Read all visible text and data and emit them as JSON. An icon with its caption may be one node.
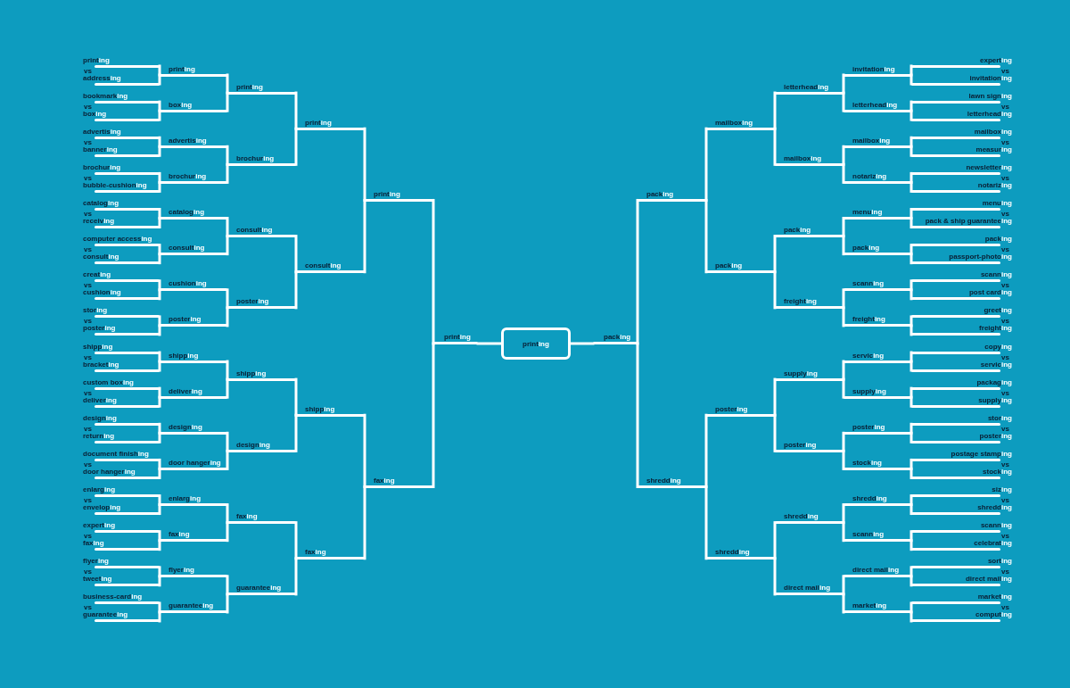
{
  "diagram": {
    "nodes": [
      {
        "text": [
          "print**ing**"
        ]
      },
      {
        "text": [
          "address**ing**"
        ]
      },
      {
        "text": [
          "bookmark**ing**"
        ]
      },
      {
        "text": [
          "box**ing**"
        ]
      },
      {
        "text": [
          "advertis**ing**"
        ]
      },
      {
        "text": [
          "banner**ing**"
        ]
      },
      {
        "text": [
          "brochur**ing**"
        ]
      },
      {
        "text": [
          "bubble-cushion**ing**"
        ]
      },
      {
        "text": [
          "catalog**ing**"
        ]
      },
      {
        "text": [
          "receiv**ing**"
        ]
      },
      {
        "text": [
          "computer access**ing**"
        ]
      },
      {
        "text": [
          "consult**ing**"
        ]
      },
      {
        "text": [
          "creat**ing**"
        ]
      },
      {
        "text": [
          "cushion**ing**"
        ]
      },
      {
        "text": [
          "stor**ing**"
        ]
      },
      {
        "text": [
          "poster**ing**"
        ]
      },
      {
        "text": [
          "shipp**ing**"
        ]
      },
      {
        "text": [
          "bracket**ing**"
        ]
      },
      {
        "text": [
          "custom box**ing**"
        ]
      },
      {
        "text": [
          "deliver**ing**"
        ]
      },
      {
        "text": [
          "design**ing**"
        ]
      },
      {
        "text": [
          "return**ing**"
        ]
      },
      {
        "text": [
          "document finish**ing**"
        ]
      },
      {
        "text": [
          "door hanger**ing**"
        ]
      },
      {
        "text": [
          "enlarg**ing**"
        ]
      },
      {
        "text": [
          "envelop**ing**"
        ]
      },
      {
        "text": [
          "expert**ing**"
        ]
      },
      {
        "text": [
          "fax**ing**"
        ]
      },
      {
        "text": [
          "flyer**ing**"
        ]
      },
      {
        "text": [
          "tweet**ing**"
        ]
      },
      {
        "text": [
          "business-card**ing**"
        ]
      },
      {
        "text": [
          "guarantee**ing**"
        ]
      },
      {
        "text": [
          "print**ing**"
        ]
      },
      {
        "text": [
          "box**ing**"
        ]
      },
      {
        "text": [
          "advertis**ing**"
        ]
      },
      {
        "text": [
          "brochur**ing**"
        ]
      },
      {
        "text": [
          "catalog**ing**"
        ]
      },
      {
        "text": [
          "consult**ing**"
        ]
      },
      {
        "text": [
          "cushion**ing**"
        ]
      },
      {
        "text": [
          "poster**ing**"
        ]
      },
      {
        "text": [
          "shipp**ing**"
        ]
      },
      {
        "text": [
          "deliver**ing**"
        ]
      },
      {
        "text": [
          "design**ing**"
        ]
      },
      {
        "text": [
          "door hanger**ing**"
        ]
      },
      {
        "text": [
          "enlarg**ing**"
        ]
      },
      {
        "text": [
          "fax**ing**"
        ]
      },
      {
        "text": [
          "flyer**ing**"
        ]
      },
      {
        "text": [
          "guarantee**ing**"
        ]
      },
      {
        "text": [
          "print**ing**"
        ]
      },
      {
        "text": [
          "brochur**ing**"
        ]
      },
      {
        "text": [
          "consult**ing**"
        ]
      },
      {
        "text": [
          "poster**ing**"
        ]
      },
      {
        "text": [
          "shipp**ing**"
        ]
      },
      {
        "text": [
          "design**ing**"
        ]
      },
      {
        "text": [
          "fax**ing**"
        ]
      },
      {
        "text": [
          "guarantee**ing**"
        ]
      },
      {
        "text": [
          "print**ing**"
        ]
      },
      {
        "text": [
          "consult**ing**"
        ]
      },
      {
        "text": [
          "shipp**ing**"
        ]
      },
      {
        "text": [
          "fax**ing**"
        ]
      },
      {
        "text": [
          "print**ing**"
        ]
      },
      {
        "text": [
          "fax**ing**"
        ]
      },
      {
        "text": [
          "print**ing**"
        ]
      },
      {
        "text": [
          "print**ing**"
        ]
      },
      {
        "text": [
          "pack**ing**"
        ]
      },
      {
        "text": [
          "pack**ing**"
        ]
      },
      {
        "text": [
          "shredd**ing**"
        ]
      },
      {
        "text": [
          "mailbox**ing**"
        ]
      },
      {
        "text": [
          "pack**ing**"
        ]
      },
      {
        "text": [
          "poster**ing**"
        ]
      },
      {
        "text": [
          "shredd**ing**"
        ]
      },
      {
        "text": [
          "letterhead**ing**"
        ]
      },
      {
        "text": [
          "mailbox**ing**"
        ]
      },
      {
        "text": [
          "pack**ing**"
        ]
      },
      {
        "text": [
          "freight**ing**"
        ]
      },
      {
        "text": [
          "supply**ing**"
        ]
      },
      {
        "text": [
          "poster**ing**"
        ]
      },
      {
        "text": [
          "shredd**ing**"
        ]
      },
      {
        "text": [
          "direct mail**ing**"
        ]
      },
      {
        "text": [
          "invitation**ing**"
        ]
      },
      {
        "text": [
          "letterhead**ing**"
        ]
      },
      {
        "text": [
          "mailbox**ing**"
        ]
      },
      {
        "text": [
          "notariz**ing**"
        ]
      },
      {
        "text": [
          "menu**ing**"
        ]
      },
      {
        "text": [
          "pack**ing**"
        ]
      },
      {
        "text": [
          "scann**ing**"
        ]
      },
      {
        "text": [
          "freight**ing**"
        ]
      },
      {
        "text": [
          "servic**ing**"
        ]
      },
      {
        "text": [
          "supply**ing**"
        ]
      },
      {
        "text": [
          "poster**ing**"
        ]
      },
      {
        "text": [
          "stock**ing**"
        ]
      },
      {
        "text": [
          "shredd**ing**"
        ]
      },
      {
        "text": [
          "scann**ing**"
        ]
      },
      {
        "text": [
          "direct mail**ing**"
        ]
      },
      {
        "text": [
          "market**ing**"
        ]
      },
      {
        "text": [
          "expert**ing**"
        ]
      },
      {
        "text": [
          "invitation**ing**"
        ]
      },
      {
        "text": [
          "lawn sign**ing**"
        ]
      },
      {
        "text": [
          "letterhead**ing**"
        ]
      },
      {
        "text": [
          "mailbox**ing**"
        ]
      },
      {
        "text": [
          "measur**ing**"
        ]
      },
      {
        "text": [
          "newsletter**ing**"
        ]
      },
      {
        "text": [
          "notariz**ing**"
        ]
      },
      {
        "text": [
          "menu**ing**"
        ]
      },
      {
        "text": [
          "pack & ship guarantee**ing**"
        ]
      },
      {
        "text": [
          "pack**ing**"
        ]
      },
      {
        "text": [
          "passport-photo**ing**"
        ]
      },
      {
        "text": [
          "scann**ing**"
        ]
      },
      {
        "text": [
          "post card**ing**"
        ]
      },
      {
        "text": [
          "greet**ing**"
        ]
      },
      {
        "text": [
          "freight**ing**"
        ]
      },
      {
        "text": [
          "copy**ing**"
        ]
      },
      {
        "text": [
          "servic**ing**"
        ]
      },
      {
        "text": [
          "packag**ing**"
        ]
      },
      {
        "text": [
          "supply**ing**"
        ]
      },
      {
        "text": [
          "stor**ing**"
        ]
      },
      {
        "text": [
          "poster**ing**"
        ]
      },
      {
        "text": [
          "postage stamp**ing**"
        ]
      },
      {
        "text": [
          "stock**ing**"
        ]
      },
      {
        "text": [
          "siz**ing**"
        ]
      },
      {
        "text": [
          "shredd**ing**"
        ]
      },
      {
        "text": [
          "scann**ing**"
        ]
      },
      {
        "text": [
          "celebrat**ing**"
        ]
      },
      {
        "text": [
          "sort**ing**"
        ]
      },
      {
        "text": [
          "direct mail**ing**"
        ]
      },
      {
        "text": [
          "market**ing**"
        ]
      },
      {
        "text": [
          "comput**ing**"
        ]
      }
    ],
    "edges": [
      {
        "from": 0,
        "to": 32,
        "arrow": "none"
      },
      {
        "from": 1,
        "to": 32,
        "arrow": "none"
      },
      {
        "from": 2,
        "to": 33,
        "arrow": "none"
      },
      {
        "from": 3,
        "to": 33,
        "arrow": "none"
      },
      {
        "from": 4,
        "to": 34,
        "arrow": "none"
      },
      {
        "from": 5,
        "to": 34,
        "arrow": "none"
      },
      {
        "from": 6,
        "to": 35,
        "arrow": "none"
      },
      {
        "from": 7,
        "to": 35,
        "arrow": "none"
      },
      {
        "from": 8,
        "to": 36,
        "arrow": "none"
      },
      {
        "from": 9,
        "to": 36,
        "arrow": "none"
      },
      {
        "from": 10,
        "to": 37,
        "arrow": "none"
      },
      {
        "from": 11,
        "to": 37,
        "arrow": "none"
      },
      {
        "from": 12,
        "to": 38,
        "arrow": "none"
      },
      {
        "from": 13,
        "to": 38,
        "arrow": "none"
      },
      {
        "from": 14,
        "to": 39,
        "arrow": "none"
      },
      {
        "from": 15,
        "to": 39,
        "arrow": "none"
      },
      {
        "from": 16,
        "to": 40,
        "arrow": "none"
      },
      {
        "from": 17,
        "to": 40,
        "arrow": "none"
      },
      {
        "from": 18,
        "to": 41,
        "arrow": "none"
      },
      {
        "from": 19,
        "to": 41,
        "arrow": "none"
      },
      {
        "from": 20,
        "to": 42,
        "arrow": "none"
      },
      {
        "from": 21,
        "to": 42,
        "arrow": "none"
      },
      {
        "from": 22,
        "to": 43,
        "arrow": "none"
      },
      {
        "from": 23,
        "to": 43,
        "arrow": "none"
      },
      {
        "from": 24,
        "to": 44,
        "arrow": "none"
      },
      {
        "from": 25,
        "to": 44,
        "arrow": "none"
      },
      {
        "from": 26,
        "to": 45,
        "arrow": "none"
      },
      {
        "from": 27,
        "to": 45,
        "arrow": "none"
      },
      {
        "from": 28,
        "to": 46,
        "arrow": "none"
      },
      {
        "from": 29,
        "to": 46,
        "arrow": "none"
      },
      {
        "from": 30,
        "to": 47,
        "arrow": "none"
      },
      {
        "from": 31,
        "to": 47,
        "arrow": "none"
      },
      {
        "from": 32,
        "to": 48,
        "arrow": "none"
      },
      {
        "from": 33,
        "to": 48,
        "arrow": "none"
      },
      {
        "from": 34,
        "to": 49,
        "arrow": "none"
      },
      {
        "from": 35,
        "to": 49,
        "arrow": "none"
      },
      {
        "from": 36,
        "to": 50,
        "arrow": "none"
      },
      {
        "from": 37,
        "to": 50,
        "arrow": "none"
      },
      {
        "from": 38,
        "to": 51,
        "arrow": "none"
      },
      {
        "from": 39,
        "to": 51,
        "arrow": "none"
      },
      {
        "from": 40,
        "to": 52,
        "arrow": "none"
      },
      {
        "from": 41,
        "to": 52,
        "arrow": "none"
      },
      {
        "from": 42,
        "to": 53,
        "arrow": "none"
      },
      {
        "from": 43,
        "to": 53,
        "arrow": "none"
      },
      {
        "from": 44,
        "to": 54,
        "arrow": "none"
      },
      {
        "from": 45,
        "to": 54,
        "arrow": "none"
      },
      {
        "from": 46,
        "to": 55,
        "arrow": "none"
      },
      {
        "from": 47,
        "to": 55,
        "arrow": "none"
      },
      {
        "from": 48,
        "to": 56,
        "arrow": "none"
      },
      {
        "from": 49,
        "to": 56,
        "arrow": "none"
      },
      {
        "from": 50,
        "to": 57,
        "arrow": "none"
      },
      {
        "from": 51,
        "to": 57,
        "arrow": "none"
      },
      {
        "from": 52,
        "to": 58,
        "arrow": "none"
      },
      {
        "from": 53,
        "to": 58,
        "arrow": "none"
      },
      {
        "from": 54,
        "to": 59,
        "arrow": "none"
      },
      {
        "from": 55,
        "to": 59,
        "arrow": "none"
      },
      {
        "from": 56,
        "to": 60,
        "arrow": "none"
      },
      {
        "from": 57,
        "to": 60,
        "arrow": "none"
      },
      {
        "from": 58,
        "to": 61,
        "arrow": "none"
      },
      {
        "from": 59,
        "to": 61,
        "arrow": "none"
      },
      {
        "from": 60,
        "to": 62,
        "arrow": "none"
      },
      {
        "from": 61,
        "to": 62,
        "arrow": "none"
      },
      {
        "from": 62,
        "to": 63,
        "arrow": "none"
      },
      {
        "from": 64,
        "to": 63,
        "arrow": "none"
      },
      {
        "from": 65,
        "to": 64,
        "arrow": "none"
      },
      {
        "from": 66,
        "to": 64,
        "arrow": "none"
      },
      {
        "from": 67,
        "to": 65,
        "arrow": "none"
      },
      {
        "from": 68,
        "to": 65,
        "arrow": "none"
      },
      {
        "from": 69,
        "to": 66,
        "arrow": "none"
      },
      {
        "from": 70,
        "to": 66,
        "arrow": "none"
      },
      {
        "from": 71,
        "to": 67,
        "arrow": "none"
      },
      {
        "from": 72,
        "to": 67,
        "arrow": "none"
      },
      {
        "from": 73,
        "to": 68,
        "arrow": "none"
      },
      {
        "from": 74,
        "to": 68,
        "arrow": "none"
      },
      {
        "from": 75,
        "to": 69,
        "arrow": "none"
      },
      {
        "from": 76,
        "to": 69,
        "arrow": "none"
      },
      {
        "from": 77,
        "to": 70,
        "arrow": "none"
      },
      {
        "from": 78,
        "to": 70,
        "arrow": "none"
      },
      {
        "from": 79,
        "to": 71,
        "arrow": "none"
      },
      {
        "from": 80,
        "to": 71,
        "arrow": "none"
      },
      {
        "from": 81,
        "to": 72,
        "arrow": "none"
      },
      {
        "from": 82,
        "to": 72,
        "arrow": "none"
      },
      {
        "from": 83,
        "to": 73,
        "arrow": "none"
      },
      {
        "from": 84,
        "to": 73,
        "arrow": "none"
      },
      {
        "from": 85,
        "to": 74,
        "arrow": "none"
      },
      {
        "from": 86,
        "to": 74,
        "arrow": "none"
      },
      {
        "from": 87,
        "to": 75,
        "arrow": "none"
      },
      {
        "from": 88,
        "to": 75,
        "arrow": "none"
      },
      {
        "from": 89,
        "to": 76,
        "arrow": "none"
      },
      {
        "from": 90,
        "to": 76,
        "arrow": "none"
      },
      {
        "from": 91,
        "to": 77,
        "arrow": "none"
      },
      {
        "from": 92,
        "to": 77,
        "arrow": "none"
      },
      {
        "from": 93,
        "to": 78,
        "arrow": "none"
      },
      {
        "from": 94,
        "to": 78,
        "arrow": "none"
      },
      {
        "from": 95,
        "to": 79,
        "arrow": "none"
      },
      {
        "from": 96,
        "to": 79,
        "arrow": "none"
      },
      {
        "from": 97,
        "to": 80,
        "arrow": "none"
      },
      {
        "from": 98,
        "to": 80,
        "arrow": "none"
      },
      {
        "from": 99,
        "to": 81,
        "arrow": "none"
      },
      {
        "from": 100,
        "to": 81,
        "arrow": "none"
      },
      {
        "from": 101,
        "to": 82,
        "arrow": "none"
      },
      {
        "from": 102,
        "to": 82,
        "arrow": "none"
      },
      {
        "from": 103,
        "to": 83,
        "arrow": "none"
      },
      {
        "from": 104,
        "to": 83,
        "arrow": "none"
      },
      {
        "from": 105,
        "to": 84,
        "arrow": "none"
      },
      {
        "from": 106,
        "to": 84,
        "arrow": "none"
      },
      {
        "from": 107,
        "to": 85,
        "arrow": "none"
      },
      {
        "from": 108,
        "to": 85,
        "arrow": "none"
      },
      {
        "from": 109,
        "to": 86,
        "arrow": "none"
      },
      {
        "from": 110,
        "to": 86,
        "arrow": "none"
      },
      {
        "from": 111,
        "to": 87,
        "arrow": "none"
      },
      {
        "from": 112,
        "to": 87,
        "arrow": "none"
      },
      {
        "from": 113,
        "to": 88,
        "arrow": "none"
      },
      {
        "from": 114,
        "to": 88,
        "arrow": "none"
      },
      {
        "from": 115,
        "to": 89,
        "arrow": "none"
      },
      {
        "from": 116,
        "to": 89,
        "arrow": "none"
      },
      {
        "from": 117,
        "to": 90,
        "arrow": "none"
      },
      {
        "from": 118,
        "to": 90,
        "arrow": "none"
      },
      {
        "from": 119,
        "to": 91,
        "arrow": "none"
      },
      {
        "from": 120,
        "to": 91,
        "arrow": "none"
      },
      {
        "from": 121,
        "to": 92,
        "arrow": "none"
      },
      {
        "from": 122,
        "to": 92,
        "arrow": "none"
      },
      {
        "from": 123,
        "to": 93,
        "arrow": "none"
      },
      {
        "from": 124,
        "to": 93,
        "arrow": "none"
      },
      {
        "from": 125,
        "to": 94,
        "arrow": "none"
      },
      {
        "from": 126,
        "to": 94,
        "arrow": "none"
      }
    ],
    "labels": [
      "vs",
      "vs",
      "vs",
      "vs",
      "vs",
      "vs",
      "vs",
      "vs",
      "vs",
      "vs",
      "vs",
      "vs",
      "vs",
      "vs",
      "vs",
      "vs",
      "vs",
      "vs",
      "vs",
      "vs",
      "vs",
      "vs",
      "vs",
      "vs",
      "vs",
      "vs",
      "vs",
      "vs",
      "vs",
      "vs",
      "vs",
      "vs"
    ]
  }
}
